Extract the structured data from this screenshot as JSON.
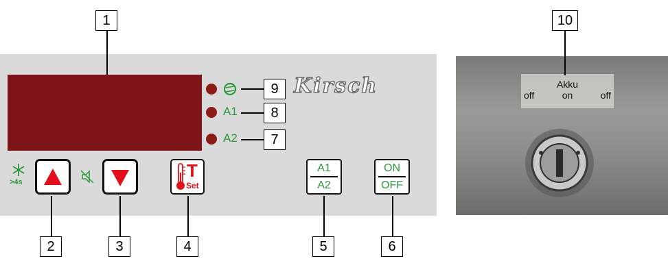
{
  "callouts": {
    "c1": "1",
    "c2": "2",
    "c3": "3",
    "c4": "4",
    "c5": "5",
    "c6": "6",
    "c7": "7",
    "c8": "8",
    "c9": "9",
    "c10": "10"
  },
  "panel": {
    "brand": "Kirsch",
    "leds": {
      "a1_label": "A1",
      "a2_label": "A2"
    },
    "defrost_hint": ">4s",
    "set_key_letter": "T",
    "set_key_sub": "Set",
    "alarm_button": {
      "top": "A1",
      "bottom": "A2"
    },
    "power_button": {
      "top": "ON",
      "bottom": "OFF"
    }
  },
  "key_switch": {
    "title": "Akku",
    "positions": [
      "off",
      "on",
      "off"
    ]
  },
  "colors": {
    "panel": "#dadada",
    "display": "#7d1418",
    "led": "#8d1b16",
    "label_green": "#2a9a3a",
    "arrow_red": "#e3101b"
  },
  "icons": {
    "defrost": "snowflake-icon",
    "up": "arrow-up-icon",
    "mute": "speaker-mute-icon",
    "down": "arrow-down-icon",
    "thermometer": "thermometer-icon",
    "compressor": "compressor-icon"
  }
}
